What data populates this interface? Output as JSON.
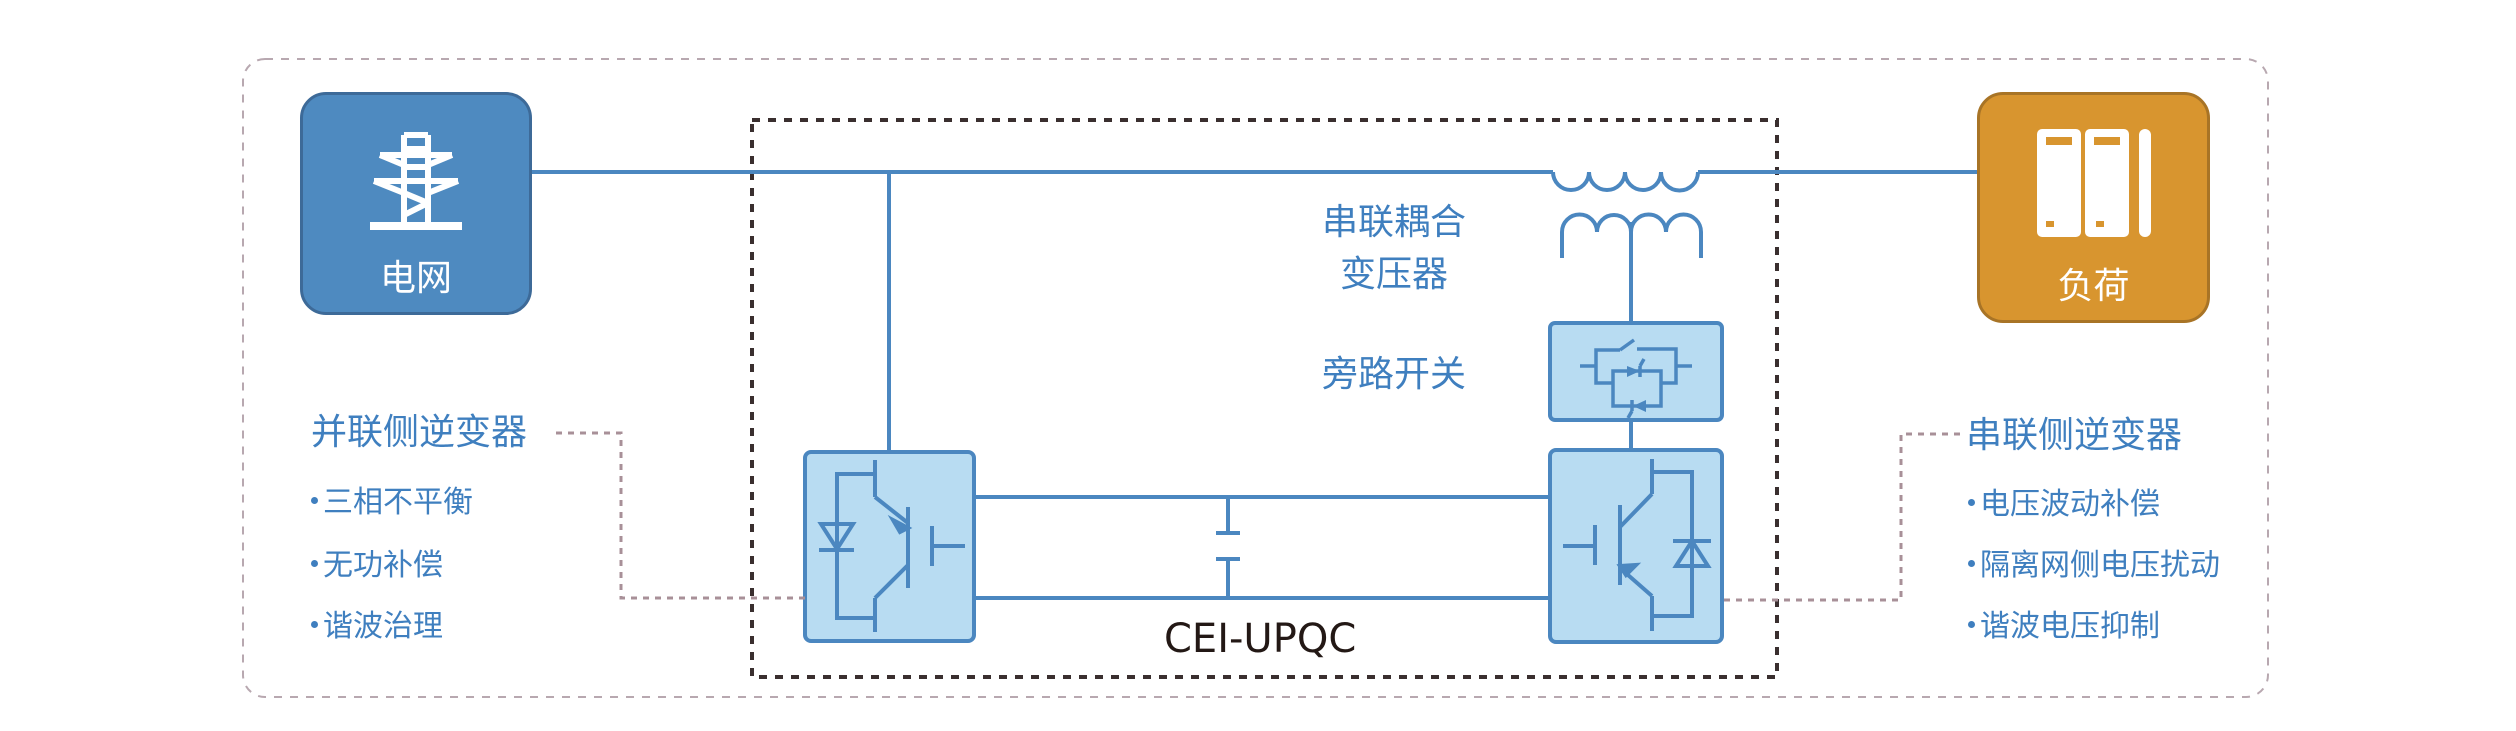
{
  "colors": {
    "grid_fill": "#4e8ac0",
    "grid_border": "#3d6a98",
    "load_fill": "#d8952f",
    "load_border": "#a87426",
    "line": "#4b87c0",
    "module_fill": "#b8dcf2",
    "module_stroke": "#4b87c0",
    "outer_dash": "#b8a8b0",
    "inner_dot": "#3a2f2f",
    "connector": "#a89098",
    "text_blue": "#3f7fbf",
    "product_text": "#231815"
  },
  "nodes": {
    "grid": {
      "label": "电网",
      "icon": "power-tower-icon"
    },
    "load": {
      "label": "负荷",
      "icon": "load-cabinet-icon"
    }
  },
  "components": {
    "transformer_label_line1": "串联耦合",
    "transformer_label_line2": "变压器",
    "bypass_label": "旁路开关",
    "product_name": "CEI-UPQC"
  },
  "parallel_inverter": {
    "heading": "并联侧逆变器",
    "items": [
      "三相不平衡",
      "无功补偿",
      "谐波治理"
    ]
  },
  "series_inverter": {
    "heading": "串联侧逆变器",
    "items": [
      "电压波动补偿",
      "隔离网侧电压扰动",
      "谐波电压抑制"
    ]
  }
}
